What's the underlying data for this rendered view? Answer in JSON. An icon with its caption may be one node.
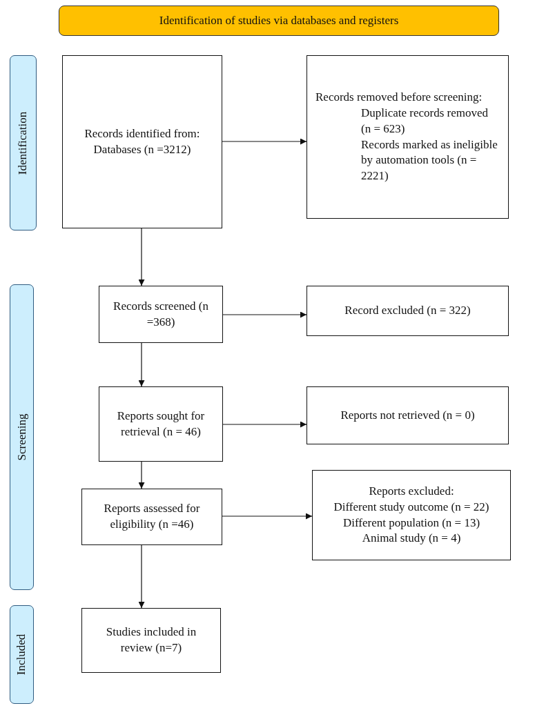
{
  "diagram": {
    "nodes": [
      {
        "text": [
          "Identification of studies via databases and registers"
        ]
      },
      {
        "text": [
          "Identification"
        ]
      },
      {
        "text": [
          "Screening"
        ]
      },
      {
        "text": [
          "Included"
        ]
      },
      {
        "text": [
          "Records identified from: Databases (n =3212)"
        ]
      },
      {
        "text": [
          "Records removed before screening:",
          "Duplicate records removed (n = 623)",
          "Records marked as ineligible by automation tools (n = 2221)"
        ]
      },
      {
        "text": [
          "Records screened (n =368)"
        ]
      },
      {
        "text": [
          "Record excluded (n = 322)"
        ]
      },
      {
        "text": [
          "Reports sought for retrieval (n = 46)"
        ]
      },
      {
        "text": [
          "Reports not retrieved (n = 0)"
        ]
      },
      {
        "text": [
          "Reports assessed for eligibility (n =46)"
        ]
      },
      {
        "text": [
          "Reports excluded:",
          "Different study outcome (n = 22)",
          "Different population (n = 13)",
          "Animal study (n = 4)"
        ]
      },
      {
        "text": [
          "Studies included in review (n=7)"
        ]
      }
    ],
    "edges": [
      {
        "from": 4,
        "to": 5,
        "arrow": "to"
      },
      {
        "from": 4,
        "to": 6,
        "arrow": "to"
      },
      {
        "from": 6,
        "to": 7,
        "arrow": "to"
      },
      {
        "from": 6,
        "to": 8,
        "arrow": "to"
      },
      {
        "from": 8,
        "to": 9,
        "arrow": "to"
      },
      {
        "from": 8,
        "to": 10,
        "arrow": "to"
      },
      {
        "from": 10,
        "to": 11,
        "arrow": "to"
      },
      {
        "from": 10,
        "to": 12,
        "arrow": "to"
      }
    ]
  }
}
